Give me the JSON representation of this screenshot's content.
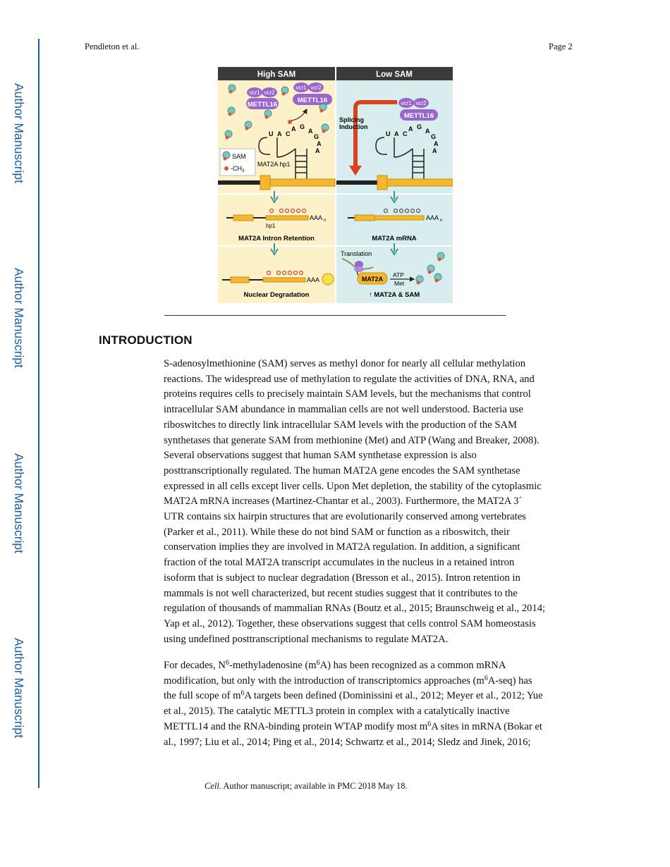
{
  "sidebar": {
    "label": "Author Manuscript"
  },
  "header": {
    "authors": "Pendleton et al.",
    "page": "Page 2"
  },
  "figure": {
    "high_sam_title": "High SAM",
    "low_sam_title": "Low SAM",
    "vcr1": "vcr1",
    "vcr2": "vcr2",
    "mettl16": "METTL16",
    "loop_letters": [
      "U",
      "A",
      "C",
      "A",
      "G",
      "A",
      "G",
      "A",
      "A"
    ],
    "legend_sam": "SAM",
    "legend_ch3": "-CH",
    "legend_ch3_sub": "3",
    "hairpin_label": "MAT2A hp1",
    "splicing_induction_1": "Splicing",
    "splicing_induction_2": "Induction",
    "polya": "AAA",
    "polya_sub": "n",
    "hp1": "hp1",
    "intron_retention": "MAT2A Intron Retention",
    "mat2a_mrna": "MAT2A mRNA",
    "translation": "Translation",
    "mat2a": "MAT2A",
    "atp": "ATP",
    "met": "Met",
    "nuclear_degradation": "Nuclear Degradation",
    "mat2a_sam_up": "↑ MAT2A & SAM",
    "colors": {
      "high_bg": "#fcf1c8",
      "low_bg": "#d8eeee",
      "gene": "#f5b731",
      "title_bar": "#3a3a3a",
      "arrow": "#d9421f",
      "methyltransferase": "#9966cc"
    }
  },
  "section": {
    "heading": "INTRODUCTION"
  },
  "paragraph1": [
    "S-adenosylmethionine (SAM) serves as methyl donor for nearly all cellular methylation",
    "reactions. The widespread use of methylation to regulate the activities of DNA, RNA, and",
    "proteins requires cells to precisely maintain SAM levels, but the mechanisms that control",
    "intracellular SAM abundance in mammalian cells are not well understood. Bacteria use",
    "riboswitches to directly link intracellular SAM levels with the production of the SAM",
    "synthetases that generate SAM from methionine (Met) and ATP (Wang and Breaker, 2008).",
    "Several observations suggest that human SAM synthetase expression is also",
    "posttranscriptionally regulated. The human MAT2A gene encodes the SAM synthetase",
    "expressed in all cells except liver cells. Upon Met depletion, the stability of the cytoplasmic",
    "MAT2A mRNA increases (Martinez-Chantar et al., 2003). Furthermore, the MAT2A 3´",
    "UTR contains six hairpin structures that are evolutionarily conserved among vertebrates",
    "(Parker et al., 2011). While these do not bind SAM or function as a riboswitch, their",
    "conservation implies they are involved in MAT2A regulation. In addition, a significant",
    "fraction of the total MAT2A transcript accumulates in the nucleus in a retained intron",
    "isoform that is subject to nuclear degradation (Bresson et al., 2015). Intron retention in",
    "mammals is not well characterized, but recent studies suggest that it contributes to the",
    "regulation of thousands of mammalian RNAs (Boutz et al., 2015; Braunschweig et al., 2014;",
    "Yap et al., 2012). Together, these observations suggest that cells control SAM homeostasis",
    "using undefined posttranscriptional mechanisms to regulate MAT2A."
  ],
  "paragraph2": {
    "l1_a": "For decades, N",
    "l1_sup1": "6",
    "l1_b": "-methyladenosine (m",
    "l1_sup2": "6",
    "l1_c": "A) has been recognized as a common mRNA",
    "l2_a": "modification, but only with the introduction of transcriptomics approaches (m",
    "l2_sup": "6",
    "l2_b": "A-seq) has",
    "l3_a": "the full scope of m",
    "l3_sup": "6",
    "l3_b": "A targets been defined (Dominissini et al., 2012; Meyer et al., 2012; Yue",
    "l4": "et al., 2015). The catalytic METTL3 protein in complex with a catalytically inactive",
    "l5_a": "METTL14 and the RNA-binding protein WTAP modify most m",
    "l5_sup": "6",
    "l5_b": "A sites in mRNA (Bokar et",
    "l6": "al., 1997; Liu et al., 2014; Ping et al., 2014; Schwartz et al., 2014; Sledz and Jinek, 2016;"
  },
  "footer": {
    "journal": "Cell.",
    "note": " Author manuscript; available in PMC 2018 May 18."
  }
}
